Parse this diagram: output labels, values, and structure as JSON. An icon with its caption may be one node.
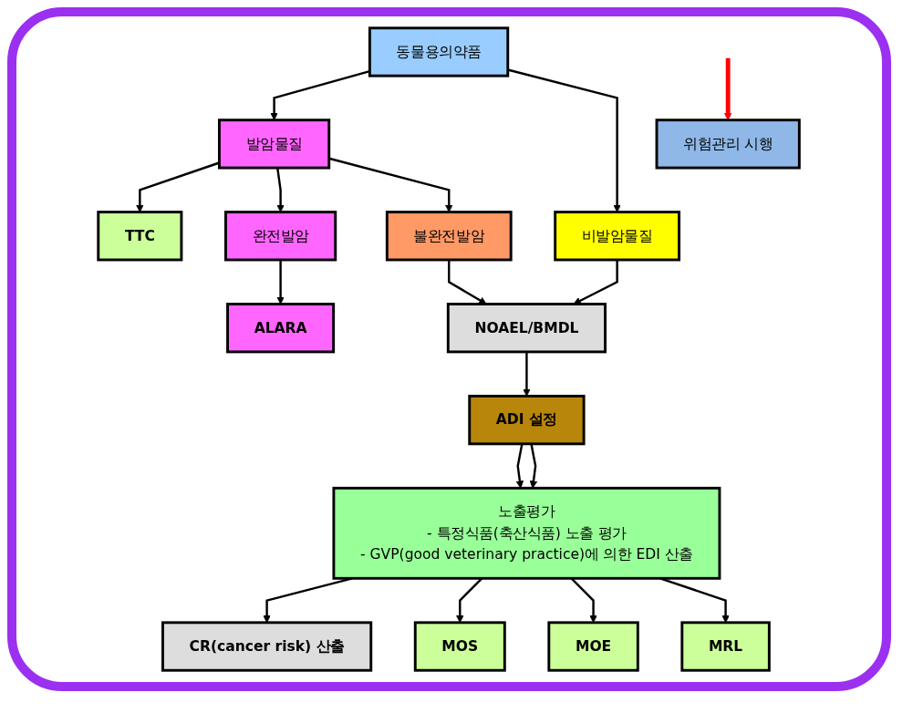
{
  "diagram": {
    "nodes": [
      {
        "text": [
          "동물용의약품"
        ]
      },
      {
        "text": [
          "발암물질"
        ]
      },
      {
        "text": [
          "비발암물질"
        ]
      },
      {
        "text": [
          "TTC"
        ]
      },
      {
        "text": [
          "완전발암"
        ]
      },
      {
        "text": [
          "불완전발암"
        ]
      },
      {
        "text": [
          "NOAEL/BMDL"
        ]
      },
      {
        "text": [
          "ADI 설정"
        ]
      },
      {
        "text": [
          "노출평가",
          "- 특정식품(축산식품) 노출 평가",
          "- GVP(good veterinary practice)에 의한 EDI 산출"
        ]
      },
      {
        "text": [
          "CR(cancer risk) 산출"
        ]
      },
      {
        "text": [
          "ALARA"
        ]
      },
      {
        "text": [
          "MOS"
        ]
      },
      {
        "text": [
          "MOE"
        ]
      },
      {
        "text": [
          "MRL"
        ]
      },
      {
        "text": [
          "위험관리 시행"
        ]
      }
    ],
    "edges": [
      {
        "from": 0,
        "to": 1,
        "arrow": "to"
      },
      {
        "from": 0,
        "to": 2,
        "arrow": "to"
      },
      {
        "from": 1,
        "to": 3,
        "arrow": "to"
      },
      {
        "from": 1,
        "to": 4,
        "arrow": "to"
      },
      {
        "from": 1,
        "to": 5,
        "arrow": "to"
      },
      {
        "from": 5,
        "to": 6,
        "arrow": "to"
      },
      {
        "from": 2,
        "to": 6,
        "arrow": "to"
      },
      {
        "from": 6,
        "to": 7,
        "arrow": "to"
      },
      {
        "from": 7,
        "to": 8,
        "arrow": "to"
      },
      {
        "from": 7,
        "to": 8,
        "arrow": "to"
      },
      {
        "from": 8,
        "to": 9,
        "arrow": "to"
      },
      {
        "from": 4,
        "to": 10,
        "arrow": "to"
      },
      {
        "from": 8,
        "to": 11,
        "arrow": "to"
      },
      {
        "from": 8,
        "to": 12,
        "arrow": "to"
      },
      {
        "from": 8,
        "to": 13,
        "arrow": "to"
      },
      {
        "from": null,
        "to": 14,
        "arrow": "to",
        "style": "thick",
        "color": "#ff0000"
      }
    ]
  }
}
